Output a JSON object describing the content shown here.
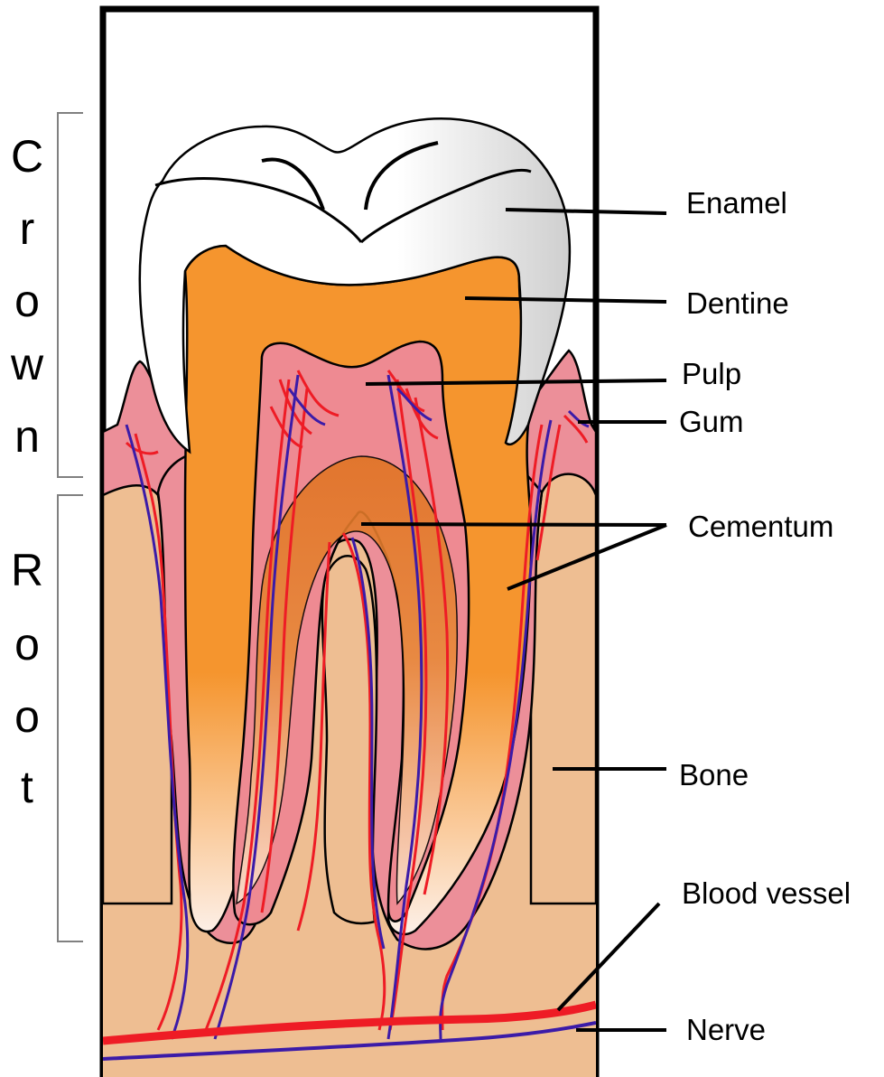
{
  "labels": {
    "enamel": "Enamel",
    "dentine": "Dentine",
    "pulp": "Pulp",
    "gum": "Gum",
    "cementum": "Cementum",
    "bone": "Bone",
    "blood_vessel": "Blood vessel",
    "nerve": "Nerve"
  },
  "crown_letters": [
    "C",
    "r",
    "o",
    "w",
    "n"
  ],
  "root_letters": [
    "R",
    "o",
    "o",
    "t"
  ],
  "colors": {
    "enamel": "#ffffff",
    "dentine": "#f5952e",
    "pulp": "#ee8a92",
    "gum": "#ec8f99",
    "bone": "#eebe92",
    "blood_vessel": "#ee1c25",
    "nerve": "#3b1ba8"
  }
}
